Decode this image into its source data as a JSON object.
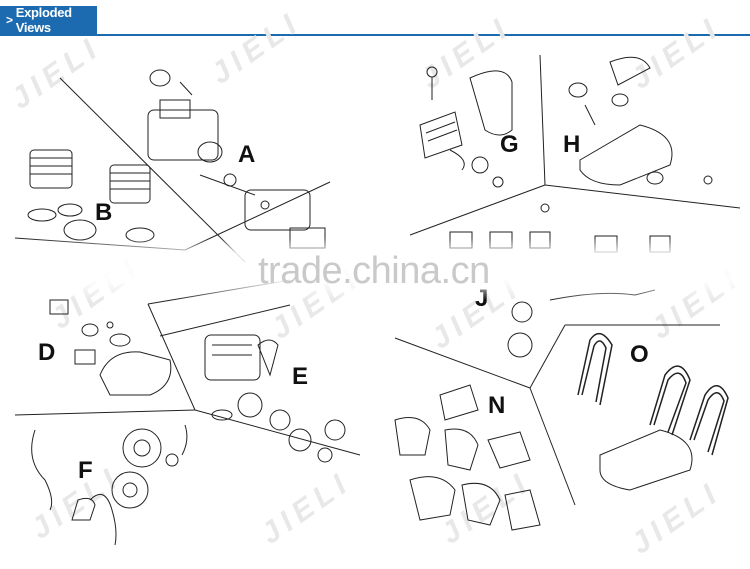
{
  "header": {
    "chevron": ">",
    "title": "Exploded Views"
  },
  "watermark": {
    "brand": "JIELI",
    "site": "trade.china.cn"
  },
  "sections": {
    "A": "A",
    "B": "B",
    "D": "D",
    "E": "E",
    "F": "F",
    "G": "G",
    "H": "H",
    "J": "J",
    "N": "N",
    "O": "O"
  },
  "colors": {
    "header_blue": "#1c6ab0",
    "line": "#222222"
  }
}
